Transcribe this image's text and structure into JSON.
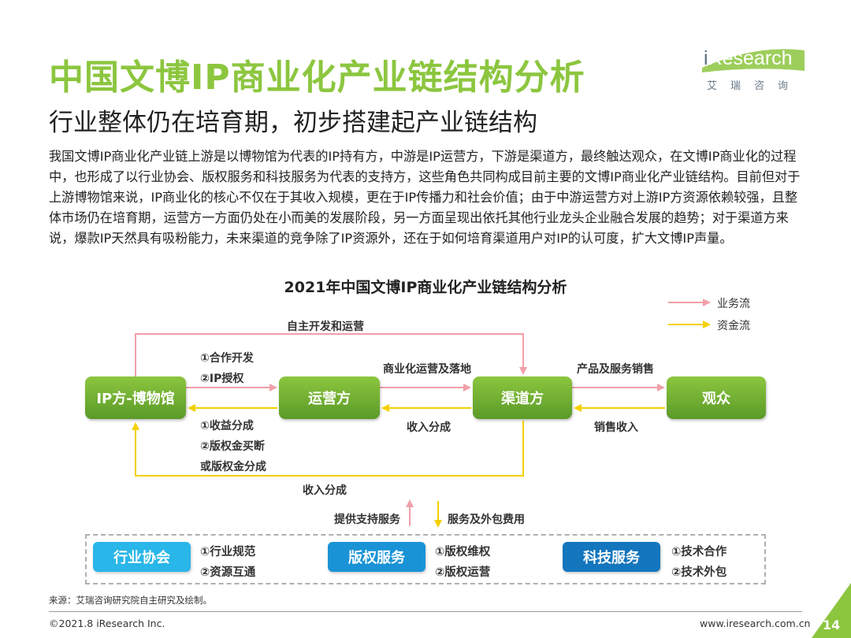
{
  "header": {
    "title": "中国文博IP商业化产业链结构分析",
    "subtitle": "行业整体仍在培育期，初步搭建起产业链结构"
  },
  "logo": {
    "brand_prefix": "i",
    "brand_rest": "Research",
    "cn": "艾瑞咨询",
    "accent": "#8cc63f"
  },
  "paragraph": "我国文博IP商业化产业链上游是以博物馆为代表的IP持有方，中游是IP运营方，下游是渠道方，最终触达观众，在文博IP商业化的过程中，也形成了以行业协会、版权服务和科技服务为代表的支持方，这些角色共同构成目前主要的文博IP商业化产业链结构。目前但对于上游博物馆来说，IP商业化的核心不仅在于其收入规模，更在于IP传播力和社会价值；由于中游运营方对上游IP方资源依赖较强，且整体市场仍在培育期，运营方一方面仍处在小而美的发展阶段，另一方面呈现出依托其他行业龙头企业融合发展的趋势；对于渠道方来说，爆款IP天然具有吸粉能力，未来渠道的竞争除了IP资源外，还在于如何培育渠道用户对IP的认可度，扩大文博IP声量。",
  "diagram": {
    "title": "2021年中国文博IP商业化产业链结构分析",
    "legend": {
      "business_flow": "业务流",
      "capital_flow": "资金流",
      "business_color": "#f0a0a8",
      "capital_color": "#f5d000"
    },
    "nodes": {
      "ip_owner": "IP方-博物馆",
      "operator": "运营方",
      "channel": "渠道方",
      "audience": "观众"
    },
    "labels": {
      "self_develop": "自主开发和运营",
      "coop_dev": "①合作开发",
      "ip_license": "②IP授权",
      "commercial_ops": "商业化运营及落地",
      "product_sales": "产品及服务销售",
      "revenue_share_1": "①收益分成",
      "buyout": "②版权金买断",
      "or_share": "或版权金分成",
      "revenue_share_mid": "收入分成",
      "sales_revenue": "销售收入",
      "revenue_share_bottom": "收入分成",
      "provide_support": "提供支持服务",
      "service_fee": "服务及外包费用"
    },
    "support": [
      {
        "name": "行业协会",
        "items": [
          "①行业规范",
          "②资源互通"
        ],
        "color": "#29b6e8"
      },
      {
        "name": "版权服务",
        "items": [
          "①版权维权",
          "②版权运营"
        ],
        "color": "#1a93d6"
      },
      {
        "name": "科技服务",
        "items": [
          "①技术合作",
          "②技术外包"
        ],
        "color": "#1476bd"
      }
    ]
  },
  "footer": {
    "source": "来源：艾瑞咨询研究院自主研究及绘制。",
    "copyright": "©2021.8 iResearch Inc.",
    "website": "www.iresearch.com.cn",
    "page": "14",
    "page_color": "#8cc63f"
  }
}
